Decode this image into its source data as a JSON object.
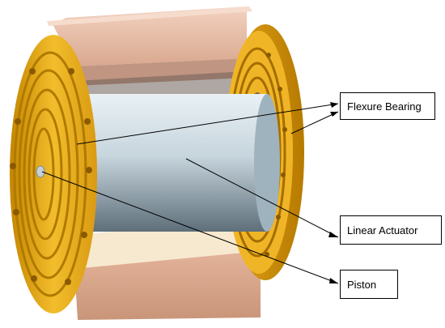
{
  "labels": {
    "flexure_bearing": "Flexure Bearing",
    "linear_actuator": "Linear Actuator",
    "piston": "Piston"
  },
  "colors": {
    "housing": "#e7b9a1",
    "flange": "#e6a819",
    "cylinder": "#b9cad3",
    "leader": "#000000"
  }
}
